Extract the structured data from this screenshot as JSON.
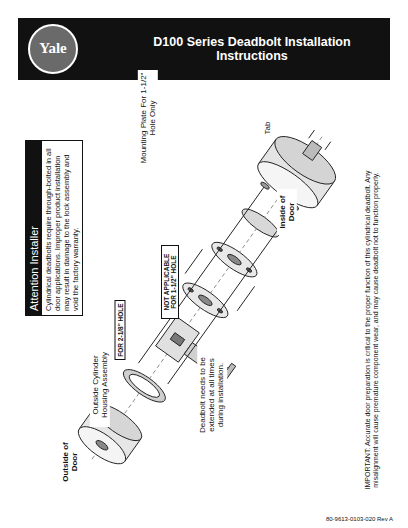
{
  "diagram": {
    "title": "D100 Series Deadbolt Installation Instructions",
    "nodes": [
      {
        "text": [
          "Attention Installer",
          "Cylindrical deadbolts require through-bolted in all door applications. Improper product installation may result in damage to the lock assembly and void the factory warranty."
        ]
      },
      {
        "text": [
          "FOR 2-1/8\" HOLE"
        ]
      },
      {
        "text": [
          "NOT APPLICABLE FOR 1-1/2\" HOLE"
        ]
      }
    ],
    "labels": [
      "Yale",
      "Mounting Plate For 1-1/2\" Hole Only",
      "Tab",
      "Inside of Door",
      "Outside Cylinder Housing Assembly",
      "Deadbolt needs to be extended at all times during installation.",
      "Outside of Door",
      "IMPORTANT: Accurate door preparation is critical to the proper function of this cylindrical deadbolt. Any misalignment will cause premature component wear, and may cause deadbolt not to function properly.",
      "80-9613-0103-020 Rev A"
    ]
  }
}
